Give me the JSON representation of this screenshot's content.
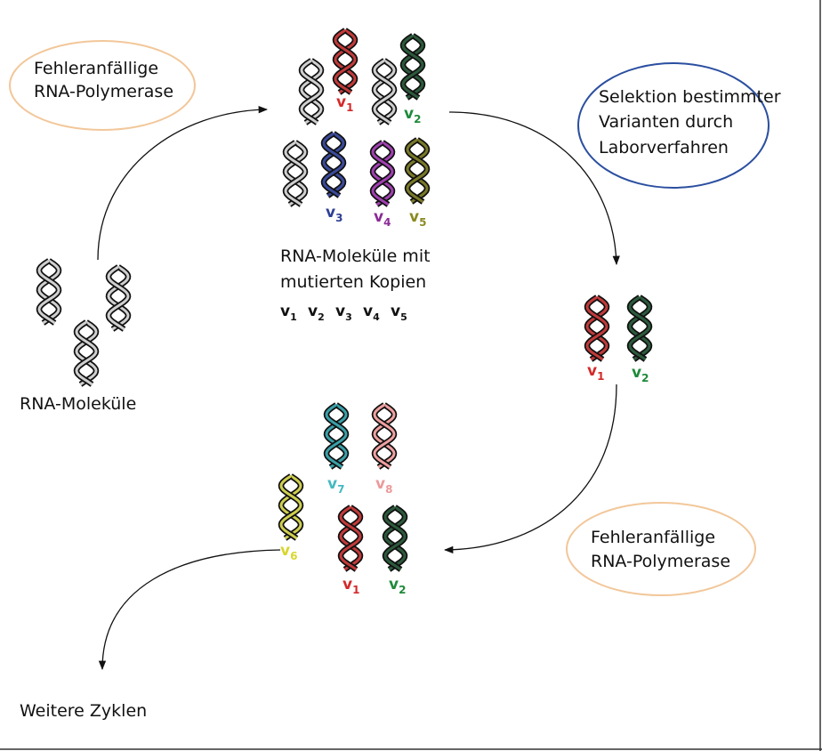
{
  "ellipses": {
    "top_left": {
      "lines": [
        "Fehleranfällige",
        "RNA-Polymerase"
      ],
      "color": "#f2c79a"
    },
    "top_right": {
      "lines": [
        "Selektion bestimmter",
        "Varianten durch",
        "Laborverfahren"
      ],
      "color": "#2b4fa0"
    },
    "bottom_right": {
      "lines": [
        "Fehleranfällige",
        "RNA-Polymerase"
      ],
      "color": "#f2c79a"
    }
  },
  "labels": {
    "rna_molecules": "RNA-Moleküle",
    "mutated_line1": "RNA-Moleküle mit",
    "mutated_line2": "mutierten Kopien",
    "further_cycles": "Weitere Zyklen"
  },
  "variant_letter": "v",
  "variants": {
    "v1": {
      "sub": "1",
      "color": "#d42a2a"
    },
    "v2": {
      "sub": "2",
      "color": "#1f8a3a"
    },
    "v3": {
      "sub": "3",
      "color": "#2e3f95"
    },
    "v4": {
      "sub": "4",
      "color": "#8b2a96"
    },
    "v5": {
      "sub": "5",
      "color": "#8a8a22"
    },
    "v6": {
      "sub": "6",
      "color": "#d8d62e"
    },
    "v7": {
      "sub": "7",
      "color": "#45b9c0"
    },
    "v8": {
      "sub": "8",
      "color": "#ec9a9a"
    }
  },
  "strand_colors": {
    "original": "#cfcfcf",
    "v1": "#c23a3a",
    "v2": "#2c5a3c",
    "v3": "#3a4a9a",
    "v4": "#a040b0",
    "v5": "#7a7a28",
    "v6": "#cfcf50",
    "v7": "#3aa0a8",
    "v8": "#f0a0a0"
  },
  "legend_row": [
    "1",
    "2",
    "3",
    "4",
    "5"
  ]
}
